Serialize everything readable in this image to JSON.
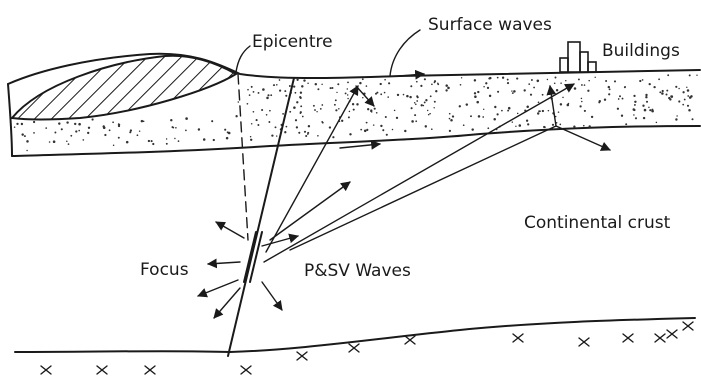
{
  "labels": {
    "epicentre": "Epicentre",
    "surface_waves": "Surface waves",
    "buildings": "Buildings",
    "continental_crust": "Continental crust",
    "focus": "Focus",
    "psv_waves": "P&SV Waves"
  },
  "colors": {
    "ink": "#1a1a1a",
    "background": "#ffffff"
  }
}
